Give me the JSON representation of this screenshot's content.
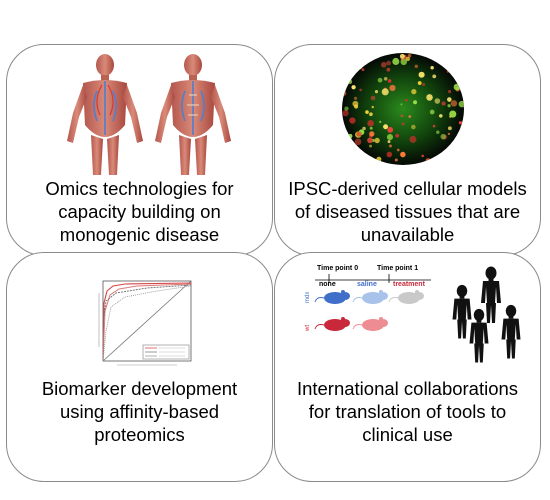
{
  "panels": [
    {
      "id": "omics",
      "caption": [
        "Omics technologies for",
        "capacity building on",
        "monogenic disease"
      ]
    },
    {
      "id": "ipsc",
      "caption": [
        "IPSC-derived cellular models",
        "of diseased tissues that are",
        "unavailable"
      ]
    },
    {
      "id": "biomarker",
      "caption": [
        "Biomarker development",
        "using affinity-based",
        "proteomics"
      ]
    },
    {
      "id": "collab",
      "caption": [
        "International collaborations",
        "for translation of tools to",
        "clinical use"
      ],
      "timeline": {
        "time_point_0": "Time point 0",
        "time_point_1": "Time point 1",
        "none": "none",
        "saline": "saline",
        "treatment": "treatment",
        "row_top": "mdx",
        "row_bottom": "wt"
      },
      "colors": {
        "mouse_blue": "#3f6fc9",
        "mouse_light_blue": "#a8c2ea",
        "mouse_grey": "#c9c9c9",
        "mouse_red": "#c8283a",
        "mouse_pink": "#ee8c93"
      }
    }
  ]
}
